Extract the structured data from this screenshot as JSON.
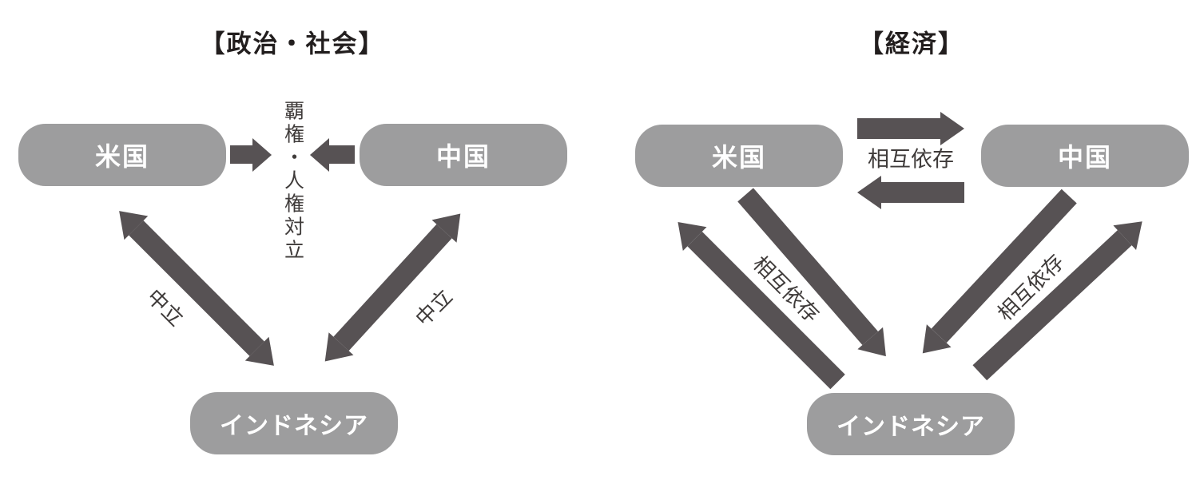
{
  "diagram": {
    "colors": {
      "background": "#ffffff",
      "node_fill": "#9d9d9e",
      "node_text": "#ffffff",
      "arrow": "#575254",
      "label_text": "#3f3b3a",
      "title_text": "#221e1e"
    },
    "panels": [
      {
        "title": "【政治・社会】",
        "nodes": {
          "usa": "米国",
          "china": "中国",
          "indonesia": "インドネシア"
        },
        "edges": {
          "usa_china": {
            "label": "覇権・人権対立",
            "style": "two opposing arrows pointing at each other"
          },
          "usa_indonesia": {
            "label": "中立",
            "style": "double-headed diagonal arrow"
          },
          "china_indonesia": {
            "label": "中立",
            "style": "double-headed diagonal arrow"
          }
        }
      },
      {
        "title": "【経済】",
        "nodes": {
          "usa": "米国",
          "china": "中国",
          "indonesia": "インドネシア"
        },
        "edges": {
          "usa_china": {
            "label": "相互依存",
            "style": "paired one-way arrows (right above, left below)"
          },
          "usa_indonesia": {
            "label": "相互依存",
            "style": "paired one-way diagonal arrows"
          },
          "china_indonesia": {
            "label": "相互依存",
            "style": "paired one-way diagonal arrows"
          }
        }
      }
    ]
  }
}
